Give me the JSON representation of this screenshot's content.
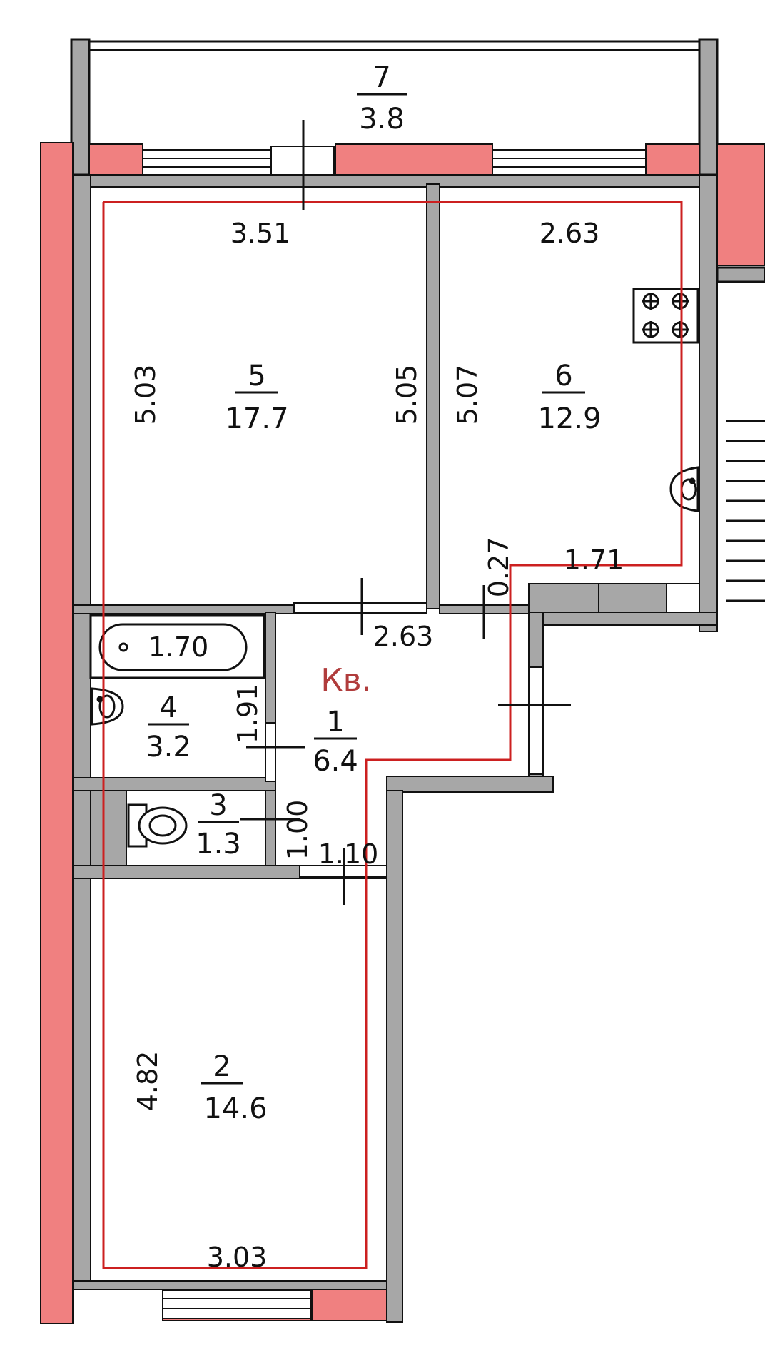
{
  "colors": {
    "background": "#ffffff",
    "exterior_wall": "#f08080",
    "interior_wall": "#a7a7a7",
    "line": "#111111",
    "apartment_outline": "#cc2020",
    "apartment_label": "#b03c3c"
  },
  "apartment_label": "Кв.",
  "rooms": [
    {
      "id": "room-1",
      "number": "1",
      "area": "6.4"
    },
    {
      "id": "room-2",
      "number": "2",
      "area": "14.6"
    },
    {
      "id": "room-3",
      "number": "3",
      "area": "1.3"
    },
    {
      "id": "room-4",
      "number": "4",
      "area": "3.2"
    },
    {
      "id": "room-5",
      "number": "5",
      "area": "17.7"
    },
    {
      "id": "room-6",
      "number": "6",
      "area": "12.9"
    },
    {
      "id": "room-7",
      "number": "7",
      "area": "3.8"
    }
  ],
  "dimensions": {
    "room5_width": "3.51",
    "room5_left_height": "5.03",
    "room5_right_height": "5.05",
    "room6_width": "2.63",
    "room6_left_height": "5.07",
    "room6_bottom": "1.71",
    "niche_depth": "0.27",
    "hall_width": "2.63",
    "bathtub_length": "1.70",
    "bathroom_height": "1.91",
    "toilet_height": "1.00",
    "passage_width": "1.10",
    "room2_height": "4.82",
    "room2_width": "3.03"
  },
  "fixtures": [
    "stove-icon",
    "kitchen-sink-icon",
    "bathtub-icon",
    "washbasin-icon",
    "toilet-icon"
  ]
}
